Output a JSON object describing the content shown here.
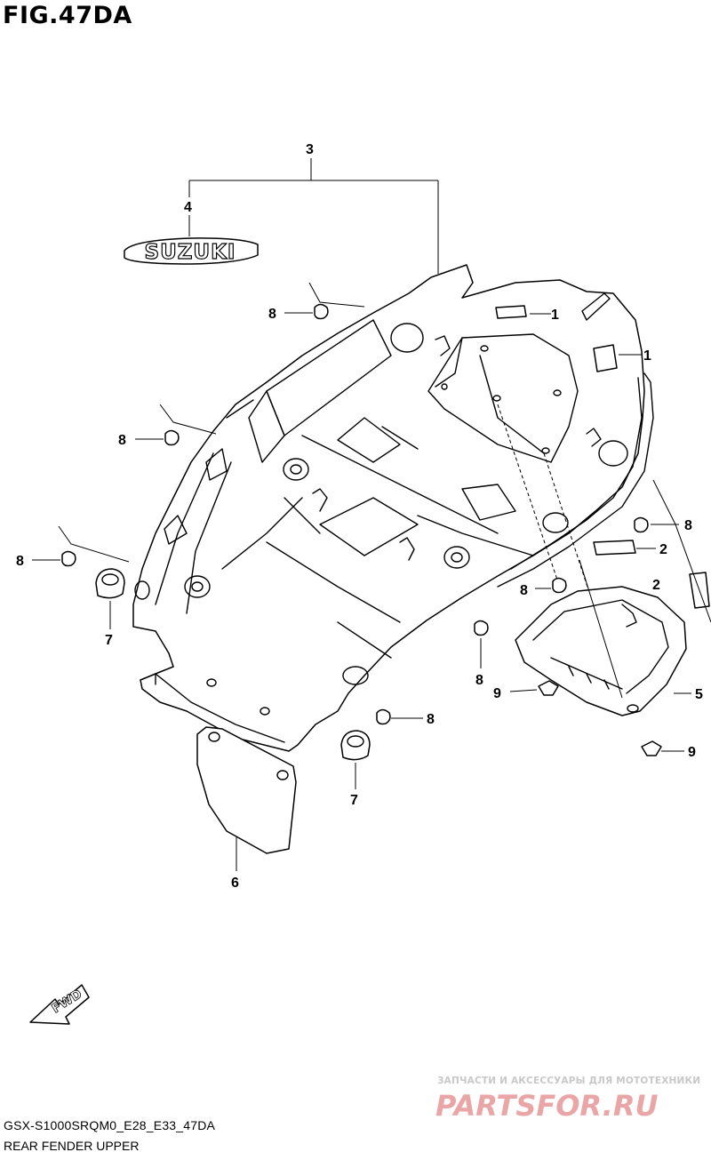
{
  "figure": {
    "title": "FIG.47DA",
    "model_code": "GSX-S1000SRQM0_E28_E33_47DA",
    "part_group": "REAR FENDER UPPER"
  },
  "diagram": {
    "emblem_text": "SUZUKI",
    "fwd_label": "FWD",
    "callouts": [
      {
        "id": "c3",
        "label": "3"
      },
      {
        "id": "c4",
        "label": "4"
      },
      {
        "id": "c1a",
        "label": "1"
      },
      {
        "id": "c1b",
        "label": "1"
      },
      {
        "id": "c8a",
        "label": "8"
      },
      {
        "id": "c8b",
        "label": "8"
      },
      {
        "id": "c8c",
        "label": "8"
      },
      {
        "id": "c8d",
        "label": "8"
      },
      {
        "id": "c8e",
        "label": "8"
      },
      {
        "id": "c8f",
        "label": "8"
      },
      {
        "id": "c8g",
        "label": "8"
      },
      {
        "id": "c2a",
        "label": "2"
      },
      {
        "id": "c2b",
        "label": "2"
      },
      {
        "id": "c7a",
        "label": "7"
      },
      {
        "id": "c7b",
        "label": "7"
      },
      {
        "id": "c9a",
        "label": "9"
      },
      {
        "id": "c9b",
        "label": "9"
      },
      {
        "id": "c5",
        "label": "5"
      },
      {
        "id": "c6",
        "label": "6"
      }
    ]
  },
  "watermark": {
    "tagline": "ЗАПЧАСТИ И АКСЕССУАРЫ ДЛЯ МОТОТЕХНИКИ",
    "logo_text": "PARTSFOR.RU",
    "color": "#e8a0a0"
  }
}
